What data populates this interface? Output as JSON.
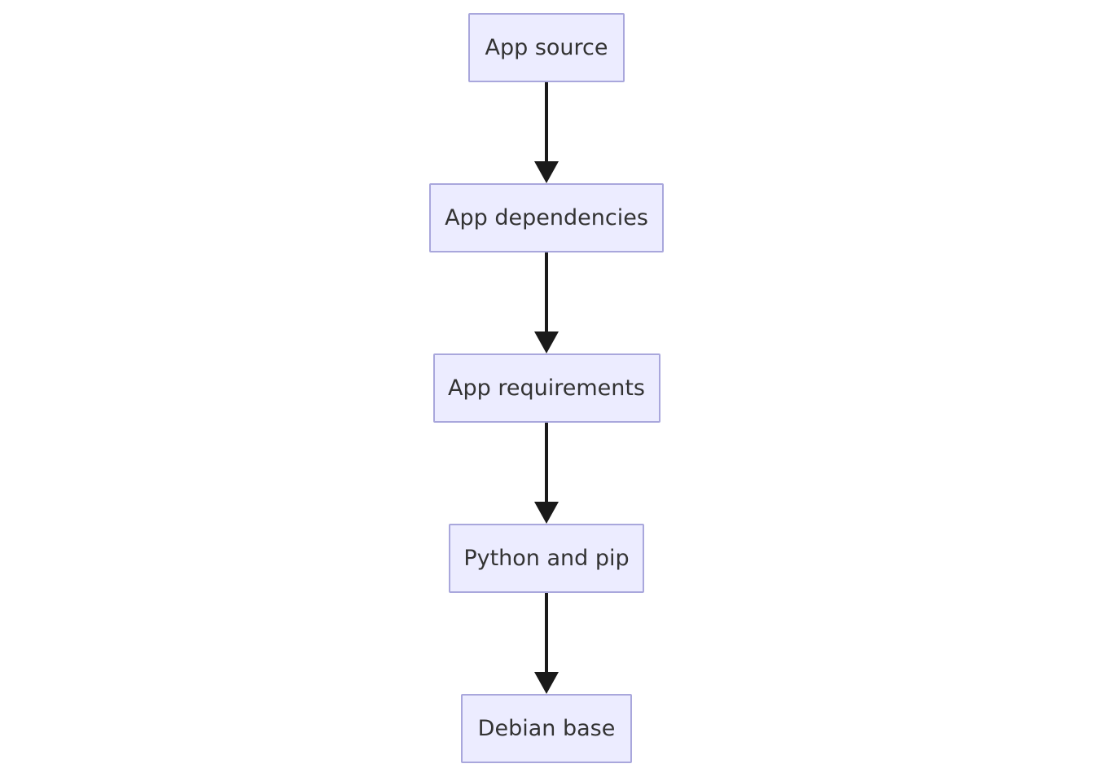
{
  "diagram": {
    "type": "flowchart",
    "direction": "top-down",
    "colors": {
      "background": "#ffffff",
      "node_fill": "#ececff",
      "node_border": "#a9a7dc",
      "node_text": "#333333",
      "arrow": "#1a1a1a"
    },
    "nodes": [
      {
        "id": "app-source",
        "label": "App source"
      },
      {
        "id": "app-dependencies",
        "label": "App dependencies"
      },
      {
        "id": "app-requirements",
        "label": "App requirements"
      },
      {
        "id": "python-and-pip",
        "label": "Python and pip"
      },
      {
        "id": "debian-base",
        "label": "Debian base"
      }
    ],
    "edges": [
      {
        "from": "app-source",
        "to": "app-dependencies"
      },
      {
        "from": "app-dependencies",
        "to": "app-requirements"
      },
      {
        "from": "app-requirements",
        "to": "python-and-pip"
      },
      {
        "from": "python-and-pip",
        "to": "debian-base"
      }
    ]
  }
}
